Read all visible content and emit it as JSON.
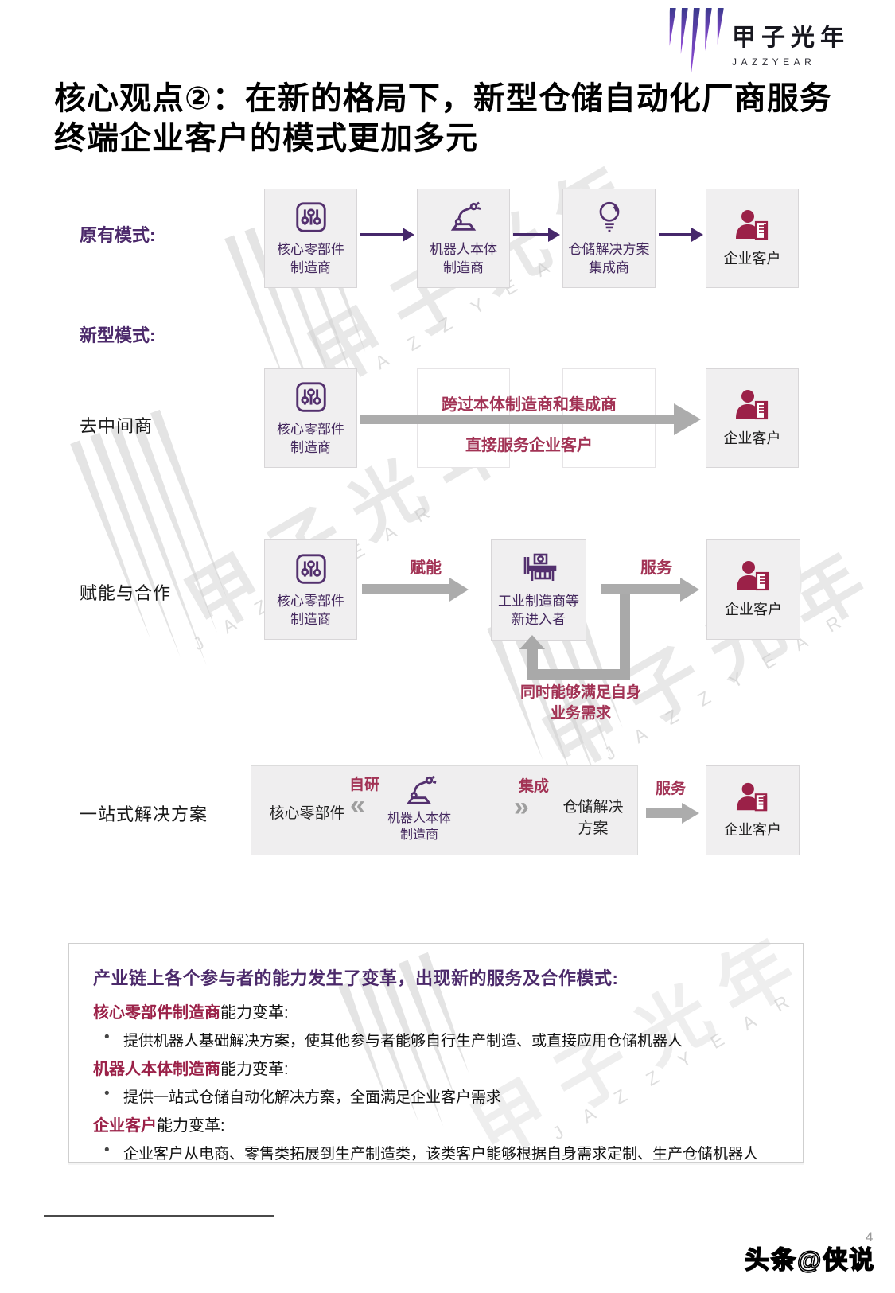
{
  "brand": {
    "cn": "甲子光年",
    "en": "JAZZYEAR"
  },
  "watermark": {
    "cn": "甲子光年",
    "en": "J A Z Z Y E A R"
  },
  "header": {
    "title": "核心观点②：在新的格局下，新型仓储自动化厂商服务终端企业客户的模式更加多元"
  },
  "labels": {
    "old_mode": "原有模式:",
    "new_mode": "新型模式:"
  },
  "old_chain": {
    "boxes": [
      {
        "icon": "sliders-icon",
        "label": "核心零部件\n制造商"
      },
      {
        "icon": "robot-arm-icon",
        "label": "机器人本体\n制造商"
      },
      {
        "icon": "lightbulb-icon",
        "label": "仓储解决方案\n集成商"
      },
      {
        "icon": "enterprise-customer-icon",
        "label": "企业客户"
      }
    ]
  },
  "disintermediation": {
    "label": "去中间商",
    "source": "核心零部件\n制造商",
    "arrow_top": "跨过本体制造商和集成商",
    "arrow_bottom": "直接服务企业客户",
    "target": "企业客户"
  },
  "enable": {
    "label": "赋能与合作",
    "source": "核心零部件\n制造商",
    "arrow1": "赋能",
    "middle": "工业制造商等\n新进入者",
    "arrow2": "服务",
    "target": "企业客户",
    "feedback": "同时能够满足自身\n业务需求"
  },
  "onestop": {
    "label": "一站式解决方案",
    "component": "核心零部件",
    "tag_left": "自研",
    "robot": "机器人本体\n制造商",
    "tag_right": "集成",
    "solution": "仓储解决\n方案",
    "arrow": "服务",
    "target": "企业客户"
  },
  "insight": {
    "heading": "产业链上各个参与者的能力发生了变革，出现新的服务及合作模式:",
    "items": [
      {
        "term": "核心零部件制造商",
        "suffix": "能力变革:",
        "bullet": "提供机器人基础解决方案，使其他参与者能够自行生产制造、或直接应用仓储机器人"
      },
      {
        "term": "机器人本体制造商",
        "suffix": "能力变革:",
        "bullet": "提供一站式仓储自动化解决方案，全面满足企业客户需求"
      },
      {
        "term": "企业客户",
        "suffix": "能力变革:",
        "bullet": "企业客户从电商、零售类拓展到生产制造类，该类客户能够根据自身需求定制、生产仓储机器人"
      }
    ]
  },
  "footer": {
    "page": "4",
    "watermark": "头条@侠说"
  }
}
